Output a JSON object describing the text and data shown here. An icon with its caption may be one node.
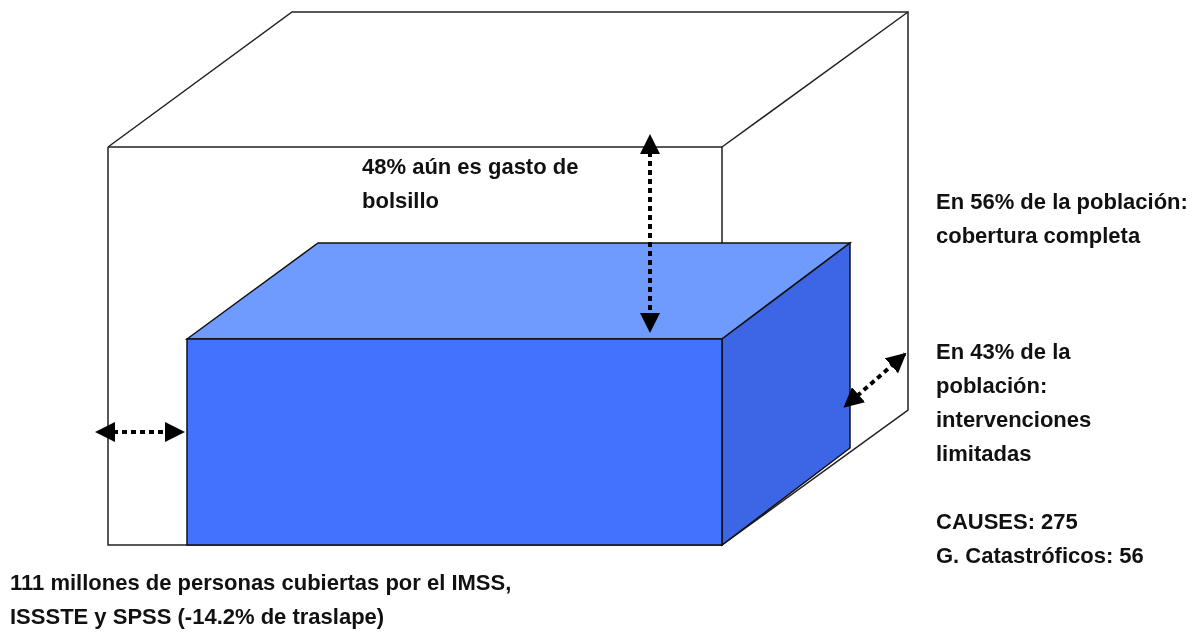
{
  "diagram": {
    "labels": [
      "48% aún es gasto de bolsillo",
      "En 56% de la población: cobertura completa",
      "En 43% de la población: intervenciones limitadas",
      "CAUSES: 275",
      "G. Catastróficos: 56",
      "111 millones de personas cubiertas por el IMSS, ISSSTE y SPSS (-14.2% de traslape)"
    ]
  }
}
